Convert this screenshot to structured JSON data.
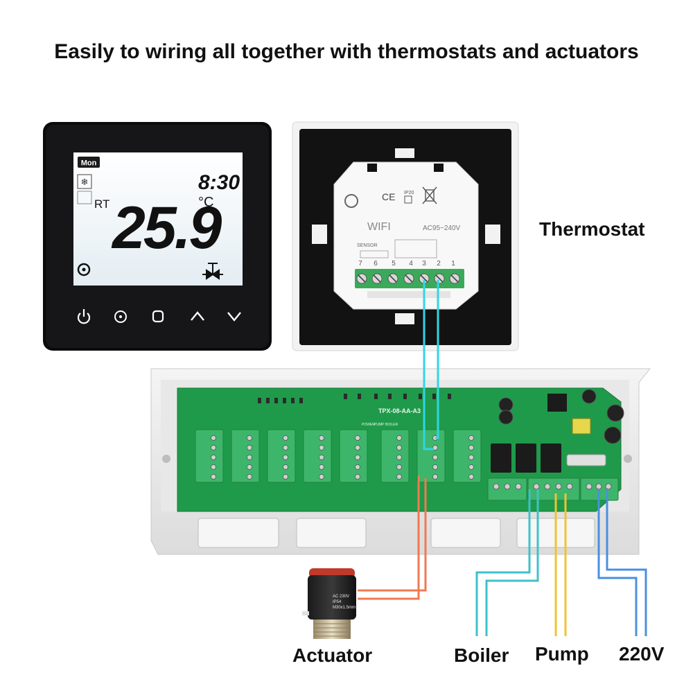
{
  "title": "Easily to wiring all together with thermostats and actuators",
  "labels": {
    "thermostat": "Thermostat",
    "actuator": "Actuator",
    "boiler": "Boiler",
    "pump": "Pump",
    "power": "220V"
  },
  "display": {
    "day": "Mon",
    "time": "8:30",
    "rt": "RT",
    "temperature": "25.9",
    "unit": "°C"
  },
  "back_panel": {
    "module_label": "WIFI",
    "voltage": "AC95~240V",
    "sensor_label": "SENSOR",
    "ip_rating": "IP20",
    "ce_mark": "CE",
    "terminal_numbers": [
      "7",
      "6",
      "5",
      "4",
      "3",
      "2",
      "1"
    ]
  },
  "board": {
    "model": "TPX-08-AA-A3",
    "leds": [
      "POWER",
      "PUMP",
      "BOILER"
    ]
  },
  "actuator": {
    "spec_lines": [
      "AC 230V",
      "IP54",
      "M30x1.5mm"
    ]
  },
  "colors": {
    "thermostat_wire": "#2fd6e6",
    "actuator_wire": "#f07a50",
    "boiler_wire": "#3fc1c9",
    "pump_wire": "#f2c232",
    "power_wire": "#4a8fe0",
    "board_green": "#1f9a4a",
    "terminal_green": "#3db56a",
    "lcd_backlight": "#eef4f8"
  }
}
